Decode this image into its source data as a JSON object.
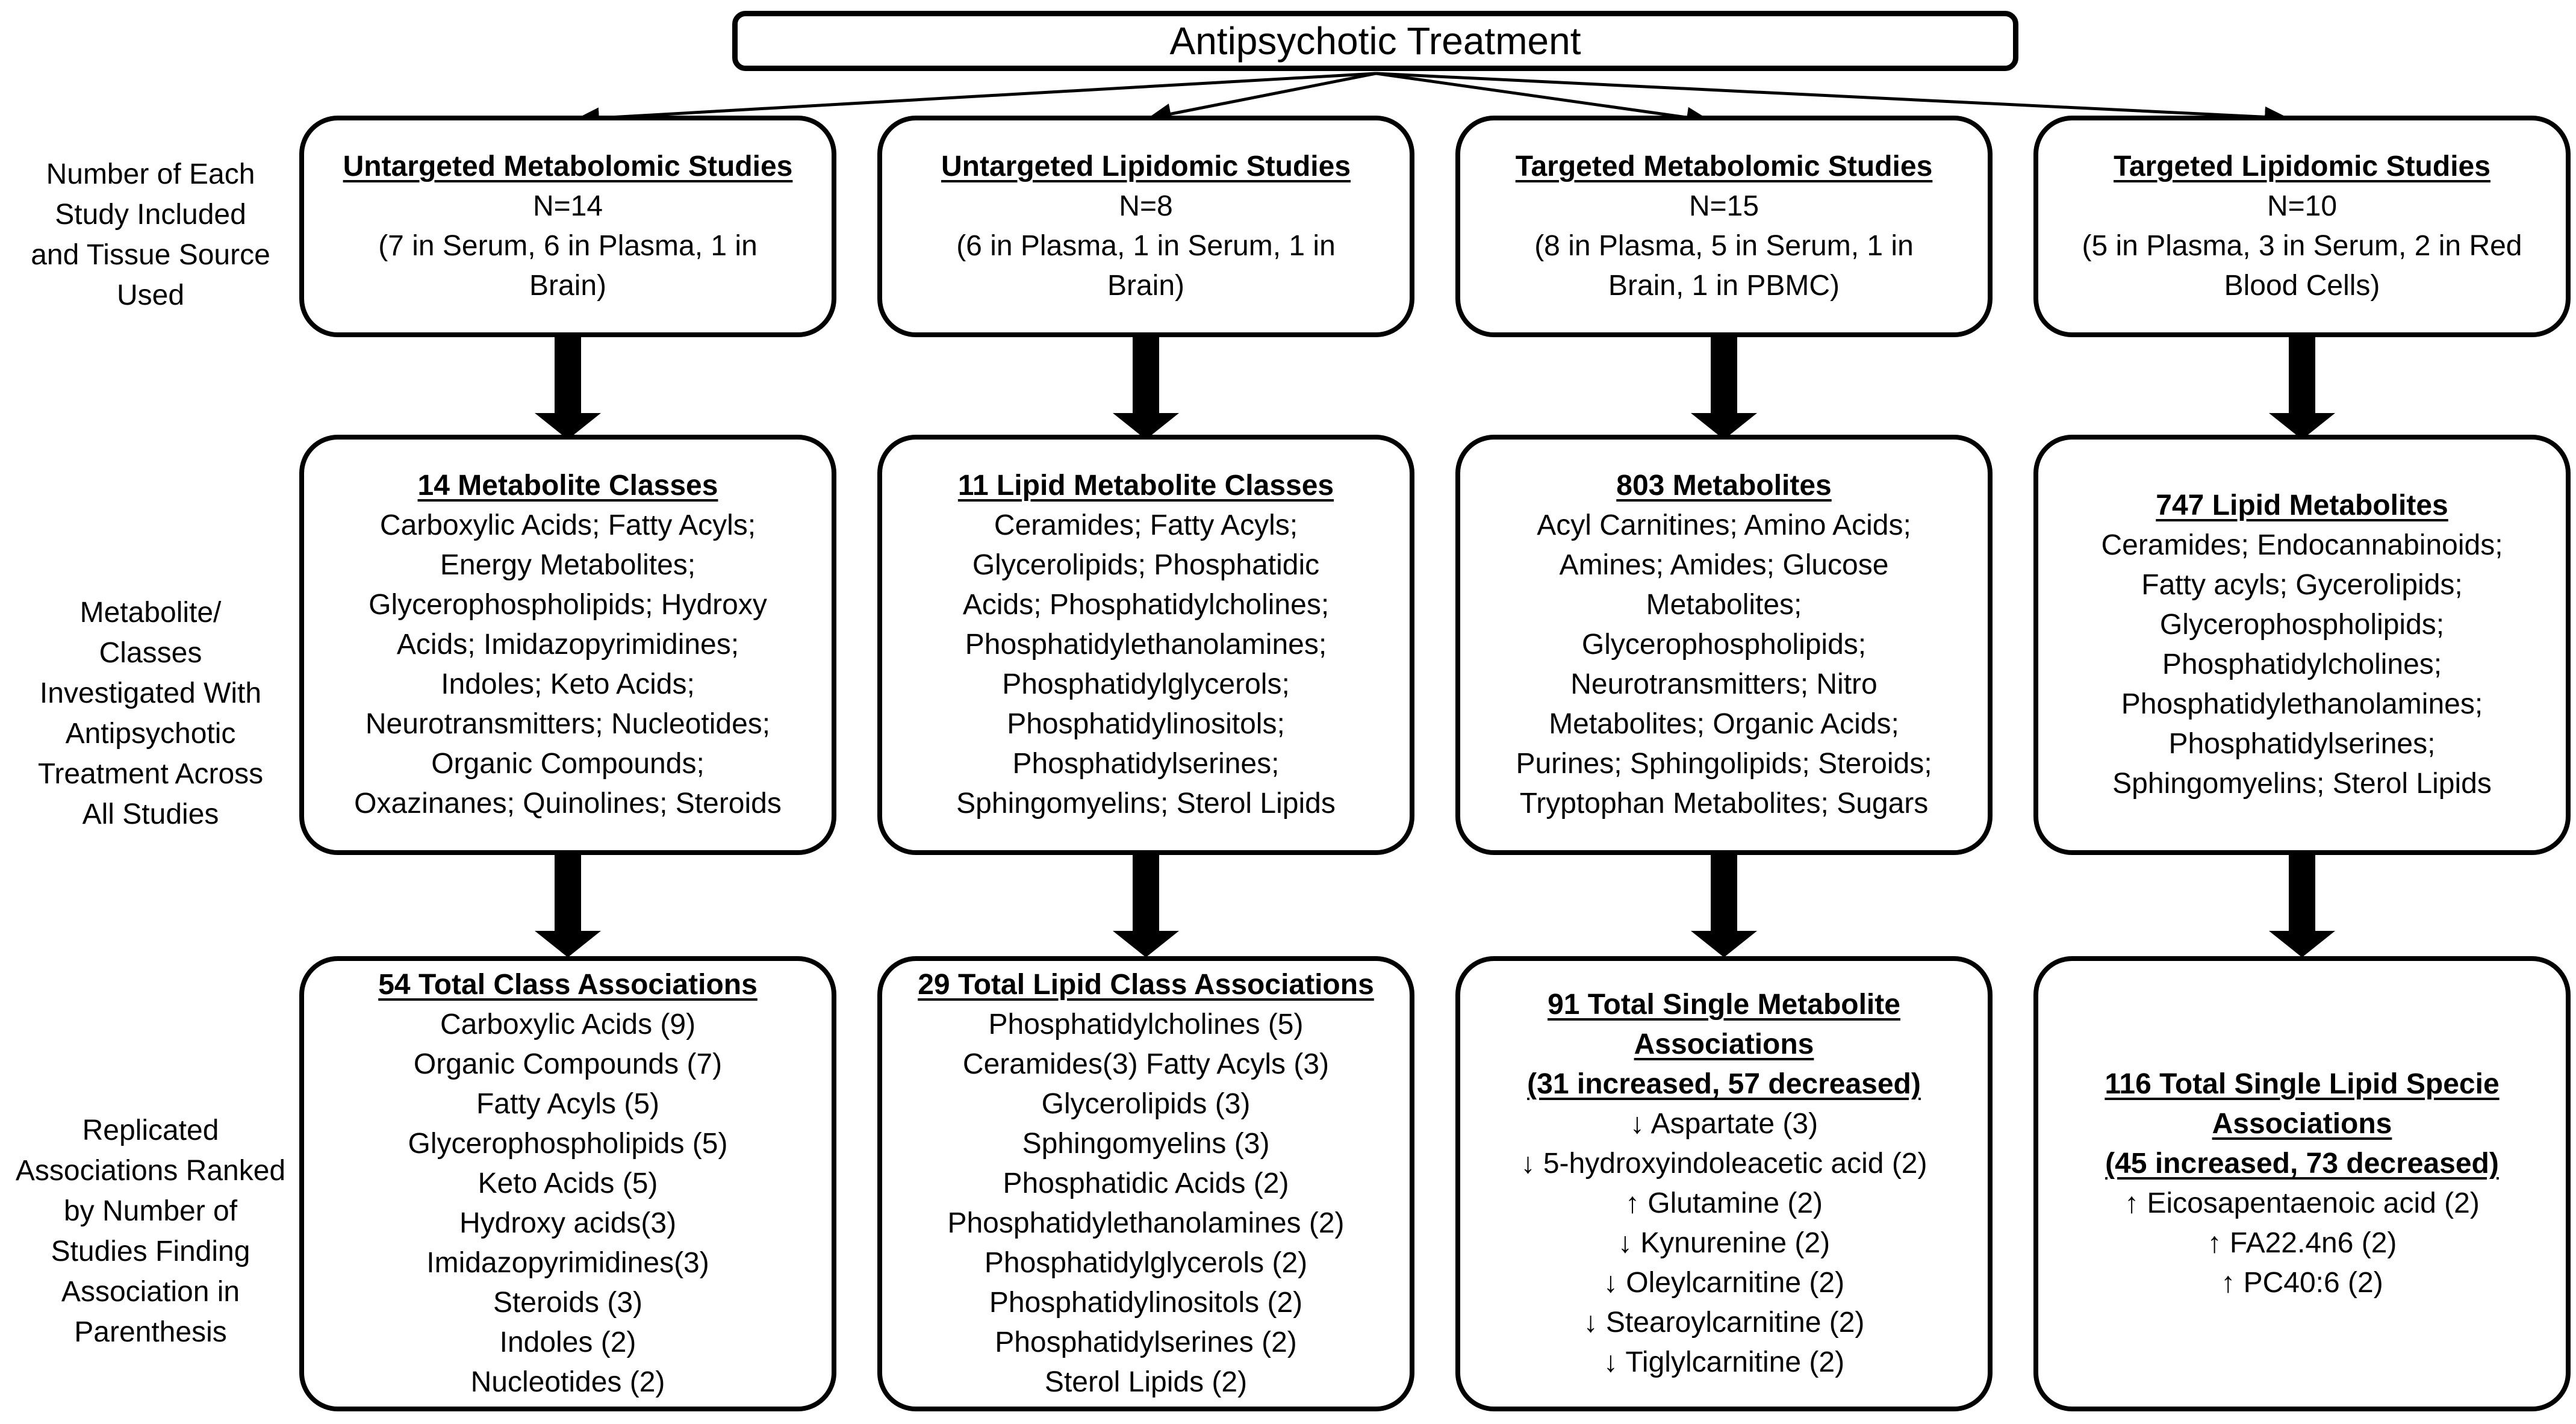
{
  "title": "Antipsychotic Treatment",
  "colors": {
    "ink": "#000000",
    "background": "#ffffff"
  },
  "row_labels": {
    "row1": [
      "Number of Each",
      "Study Included",
      "and Tissue Source",
      "Used"
    ],
    "row2": [
      "Metabolite/",
      "Classes",
      "Investigated With",
      "Antipsychotic",
      "Treatment Across",
      "All Studies"
    ],
    "row3": [
      "Replicated",
      "Associations Ranked",
      "by Number of",
      "Studies Finding",
      "Association in",
      "Parenthesis"
    ]
  },
  "columns": [
    {
      "top": {
        "title": "Untargeted Metabolomic Studies",
        "n": "N=14",
        "tissue_lines": [
          "(7 in Serum, 6 in Plasma, 1 in",
          "Brain)"
        ]
      },
      "middle": {
        "title": "14 Metabolite Classes",
        "lines": [
          "Carboxylic Acids; Fatty Acyls;",
          "Energy Metabolites;",
          "Glycerophospholipids; Hydroxy",
          "Acids; Imidazopyrimidines;",
          "Indoles; Keto Acids;",
          "Neurotransmitters; Nucleotides;",
          "Organic Compounds;",
          "Oxazinanes; Quinolines; Steroids"
        ]
      },
      "bottom": {
        "title_lines": [
          "54 Total Class Associations"
        ],
        "items": [
          "Carboxylic Acids (9)",
          "Organic Compounds (7)",
          "Fatty Acyls (5)",
          "Glycerophospholipids (5)",
          "Keto Acids (5)",
          "Hydroxy acids(3)",
          "Imidazopyrimidines(3)",
          "Steroids (3)",
          "Indoles (2)",
          "Nucleotides (2)"
        ]
      }
    },
    {
      "top": {
        "title": "Untargeted Lipidomic Studies",
        "n": "N=8",
        "tissue_lines": [
          "(6 in Plasma, 1 in Serum, 1 in",
          "Brain)"
        ]
      },
      "middle": {
        "title": "11 Lipid Metabolite Classes",
        "lines": [
          "Ceramides; Fatty Acyls;",
          "Glycerolipids; Phosphatidic",
          "Acids; Phosphatidylcholines;",
          "Phosphatidylethanolamines;",
          "Phosphatidylglycerols;",
          "Phosphatidylinositols;",
          "Phosphatidylserines;",
          "Sphingomyelins; Sterol Lipids"
        ]
      },
      "bottom": {
        "title_lines": [
          "29 Total Lipid Class Associations"
        ],
        "items": [
          "Phosphatidylcholines (5)",
          "Ceramides(3) Fatty Acyls (3)",
          "Glycerolipids (3)",
          "Sphingomyelins (3)",
          "Phosphatidic Acids (2)",
          "Phosphatidylethanolamines (2)",
          "Phosphatidylglycerols (2)",
          "Phosphatidylinositols (2)",
          "Phosphatidylserines (2)",
          "Sterol Lipids (2)"
        ]
      }
    },
    {
      "top": {
        "title": "Targeted Metabolomic Studies",
        "n": "N=15",
        "tissue_lines": [
          "(8 in Plasma, 5 in Serum, 1 in",
          "Brain, 1 in PBMC)"
        ]
      },
      "middle": {
        "title": "803 Metabolites",
        "lines": [
          "Acyl Carnitines; Amino Acids;",
          "Amines; Amides; Glucose",
          "Metabolites;",
          "Glycerophospholipids;",
          "Neurotransmitters; Nitro",
          "Metabolites; Organic Acids;",
          "Purines; Sphingolipids; Steroids;",
          "Tryptophan Metabolites; Sugars"
        ]
      },
      "bottom": {
        "title_lines": [
          "91 Total Single Metabolite",
          "Associations",
          "(31 increased, 57 decreased)"
        ],
        "items": [
          "↓ Aspartate (3)",
          "↓ 5-hydroxyindoleacetic acid (2)",
          "↑ Glutamine (2)",
          "↓ Kynurenine (2)",
          "↓ Oleylcarnitine (2)",
          "↓ Stearoylcarnitine (2)",
          "↓ Tiglylcarnitine (2)"
        ]
      }
    },
    {
      "top": {
        "title": "Targeted Lipidomic Studies",
        "n": "N=10",
        "tissue_lines": [
          "(5 in Plasma, 3 in Serum, 2 in Red",
          "Blood Cells)"
        ]
      },
      "middle": {
        "title": "747 Lipid Metabolites",
        "lines": [
          "Ceramides; Endocannabinoids;",
          "Fatty acyls; Gycerolipids;",
          "Glycerophospholipids;",
          "Phosphatidylcholines;",
          "Phosphatidylethanolamines;",
          "Phosphatidylserines;",
          "Sphingomyelins; Sterol Lipids"
        ]
      },
      "bottom": {
        "title_lines": [
          "116 Total Single Lipid Specie",
          "Associations",
          "(45 increased, 73 decreased)"
        ],
        "items": [
          "↑ Eicosapentaenoic acid (2)",
          "↑ FA22.4n6 (2)",
          "↑ PC40:6 (2)"
        ]
      }
    }
  ]
}
